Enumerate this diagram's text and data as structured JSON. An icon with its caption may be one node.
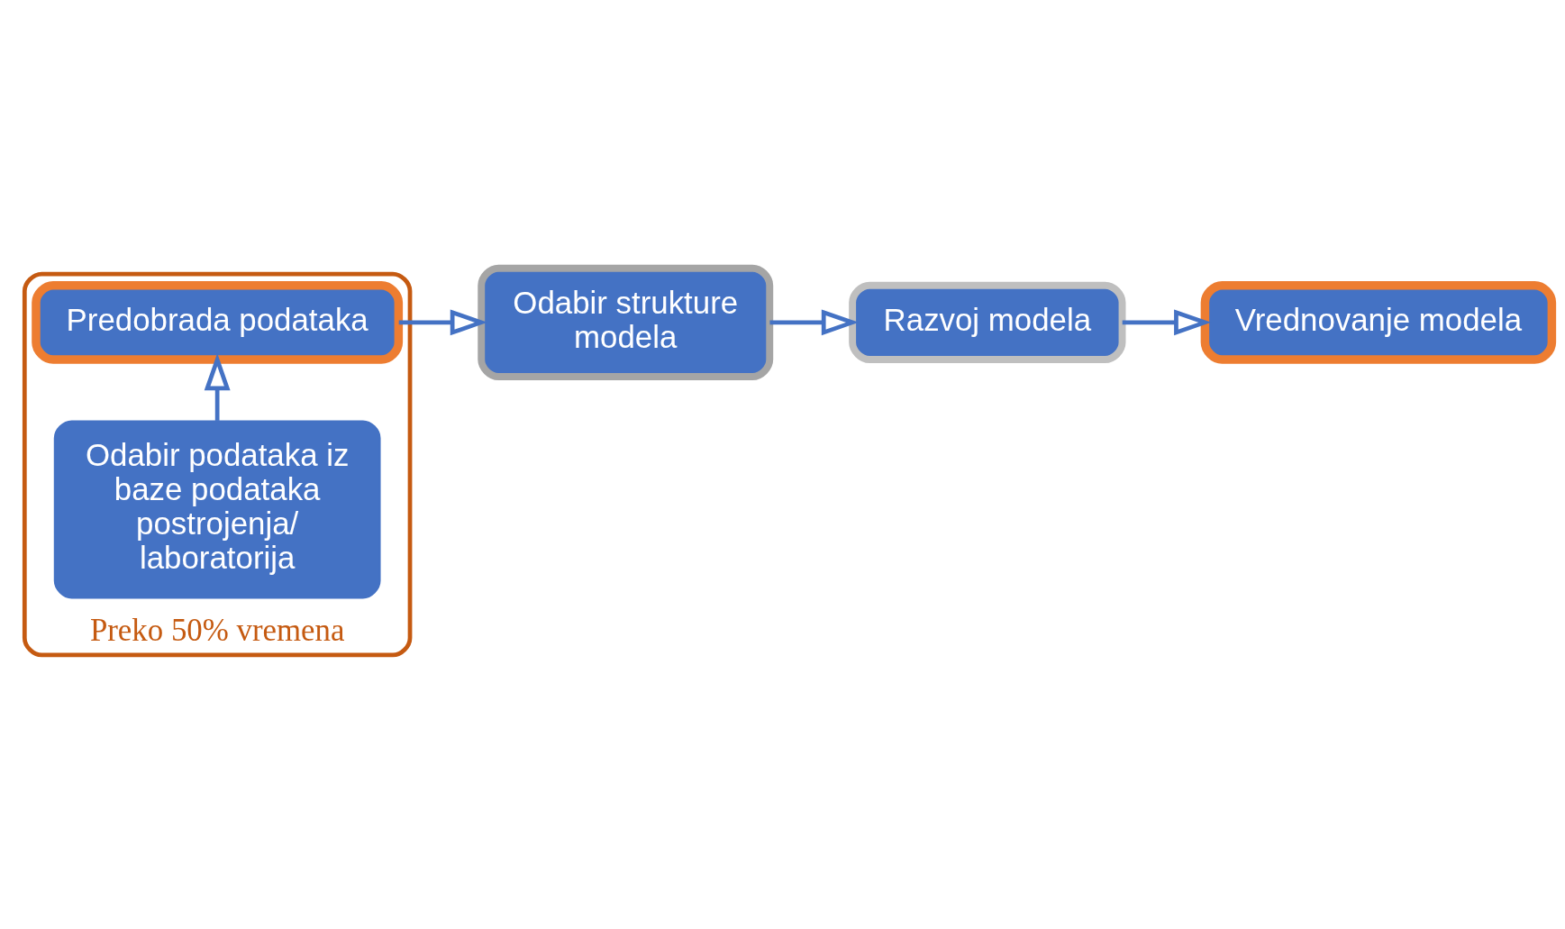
{
  "diagram": {
    "nodes": [
      {
        "text": [
          "Preko 50% vremena"
        ]
      },
      {
        "text": [
          "Odabir podataka iz baze podataka postrojenja/ laboratorija"
        ],
        "in": 0
      },
      {
        "text": [
          "Predobrada podataka"
        ],
        "in": 0
      },
      {
        "text": [
          "Odabir strukture modela"
        ]
      },
      {
        "text": [
          "Razvoj modela"
        ]
      },
      {
        "text": [
          "Vrednovanje modela"
        ]
      }
    ],
    "edges": [
      {
        "from": 1,
        "to": 2,
        "arrow": "to"
      },
      {
        "from": 2,
        "to": 3,
        "arrow": "to"
      },
      {
        "from": 3,
        "to": 4,
        "arrow": "to"
      },
      {
        "from": 4,
        "to": 5,
        "arrow": "to"
      }
    ]
  }
}
